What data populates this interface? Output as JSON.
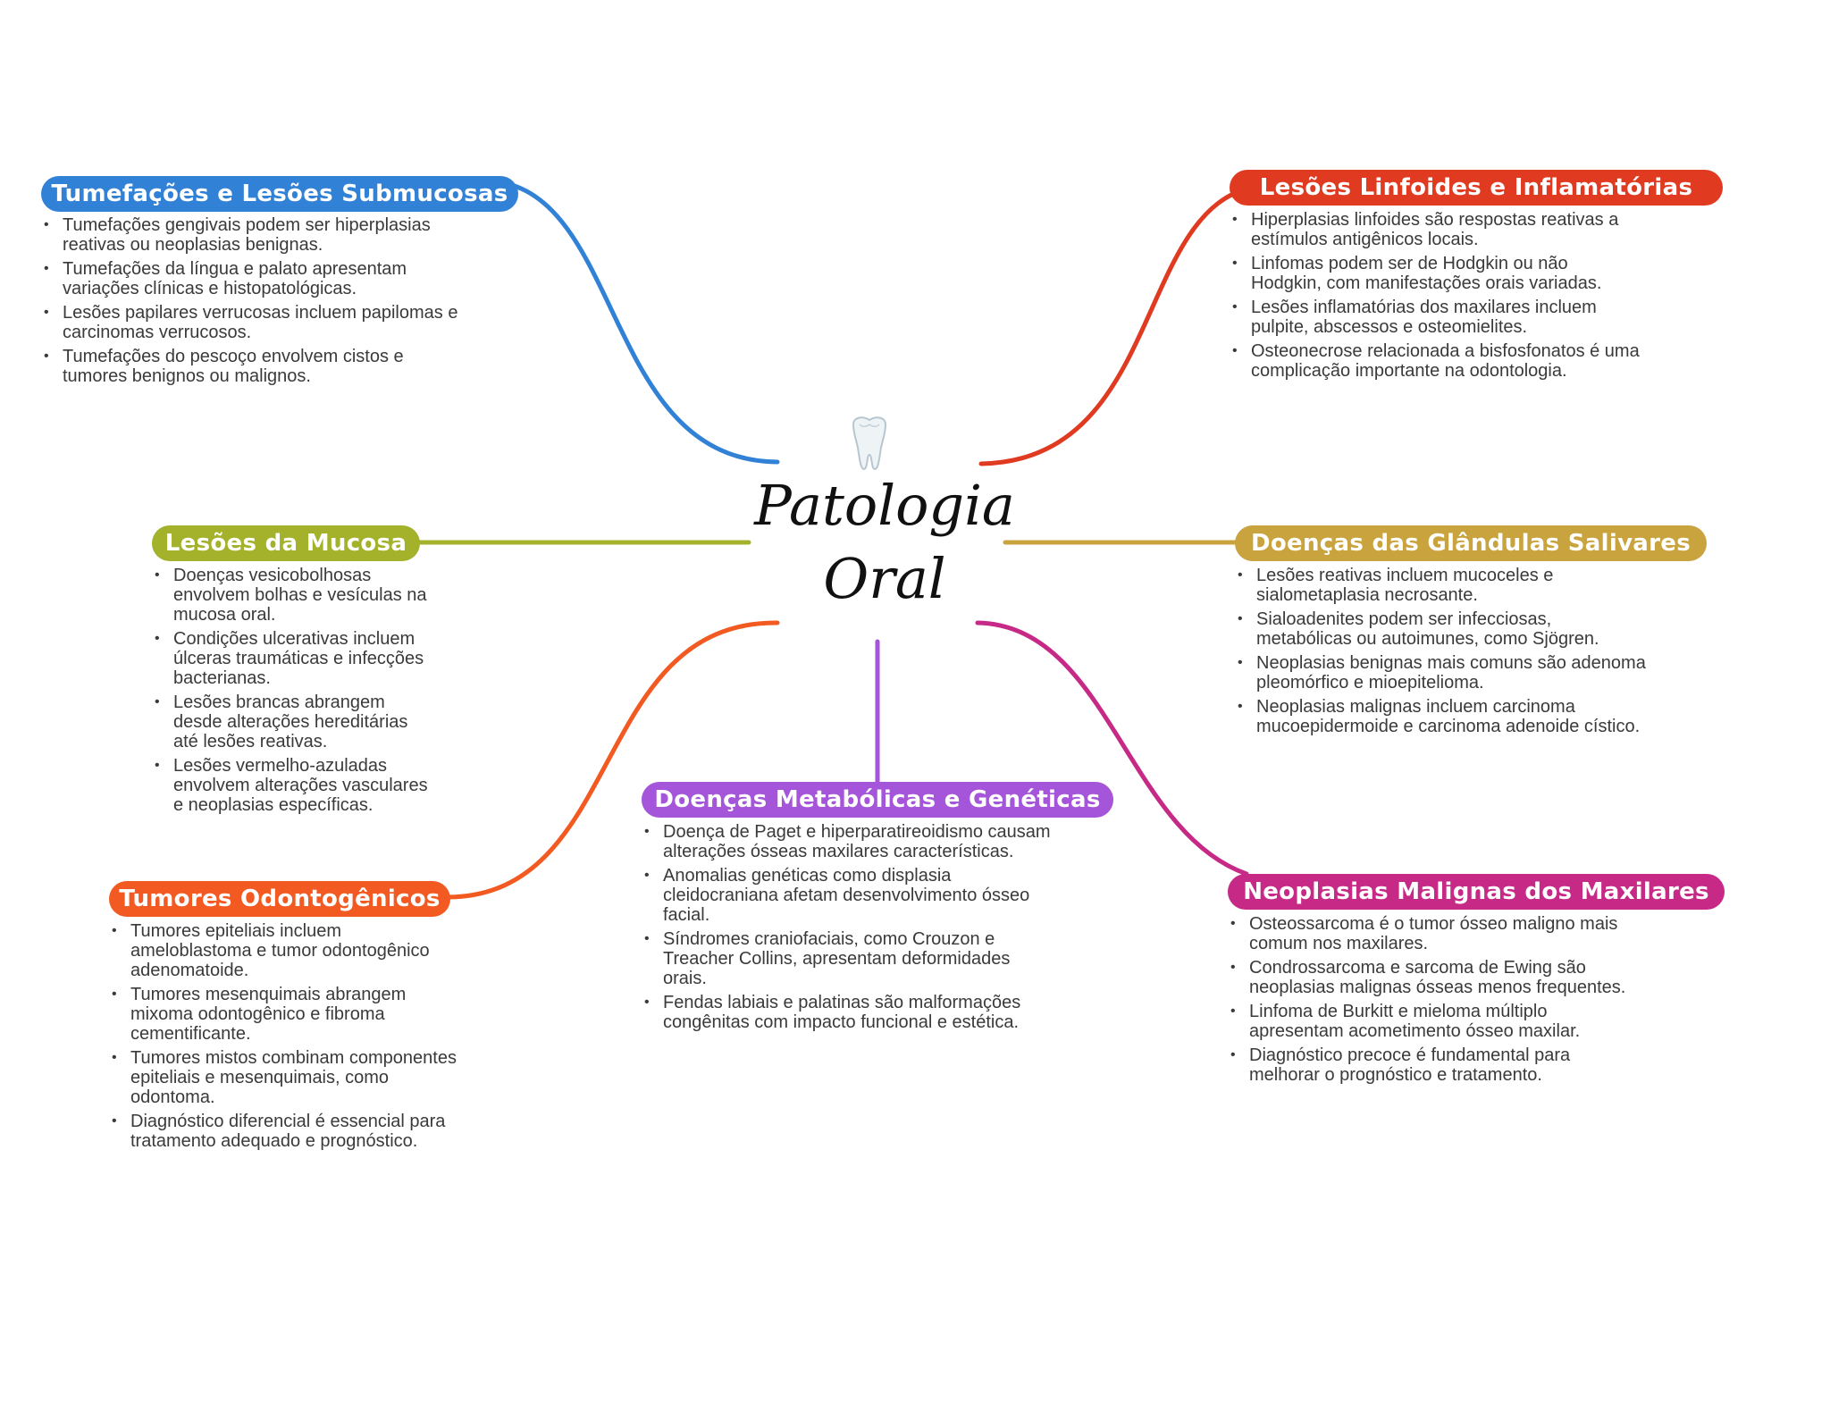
{
  "central_topic": {
    "line1": "Patologia",
    "line2": "Oral",
    "icon": "tooth-icon"
  },
  "colors": {
    "blue": "#3182d6",
    "red": "#e03a21",
    "olive": "#a3b22a",
    "gold": "#c9a33d",
    "orange": "#f25a22",
    "purple": "#a455d9",
    "magenta": "#c62a86"
  },
  "branches": [
    {
      "title": "Tumefações e Lesões Submucosas",
      "color": "#3182d6",
      "items": [
        "Tumefações gengivais podem ser hiperplasias reativas ou neoplasias benignas.",
        "Tumefações da língua e palato apresentam variações clínicas e histopatológicas.",
        "Lesões papilares verrucosas incluem papilomas e carcinomas verrucosos.",
        "Tumefações do pescoço envolvem cistos e tumores benignos ou malignos."
      ]
    },
    {
      "title": "Lesões Linfoides e Inflamatórias",
      "color": "#e03a21",
      "items": [
        "Hiperplasias linfoides são respostas reativas a estímulos antigênicos locais.",
        "Linfomas podem ser de Hodgkin ou não Hodgkin, com manifestações orais variadas.",
        "Lesões inflamatórias dos maxilares incluem pulpite, abscessos e osteomielites.",
        "Osteonecrose relacionada a bisfosfonatos é uma complicação importante na odontologia."
      ]
    },
    {
      "title": "Lesões da Mucosa",
      "color": "#a3b22a",
      "items": [
        "Doenças vesicobolhosas envolvem bolhas e vesículas na mucosa oral.",
        "Condições ulcerativas incluem úlceras traumáticas e infecções bacterianas.",
        "Lesões brancas abrangem desde alterações hereditárias até lesões reativas.",
        "Lesões vermelho-azuladas envolvem alterações vasculares e neoplasias específicas."
      ]
    },
    {
      "title": "Doenças das Glândulas Salivares",
      "color": "#c9a33d",
      "items": [
        "Lesões reativas incluem mucoceles e sialometaplasia necrosante.",
        "Sialoadenites podem ser infecciosas, metabólicas ou autoimunes, como Sjögren.",
        "Neoplasias benignas mais comuns são adenoma pleomórfico e mioepitelioma.",
        "Neoplasias malignas incluem carcinoma mucoepidermoide e carcinoma adenoide cístico."
      ]
    },
    {
      "title": "Tumores Odontogênicos",
      "color": "#f25a22",
      "items": [
        "Tumores epiteliais incluem ameloblastoma e tumor odontogênico adenomatoide.",
        "Tumores mesenquimais abrangem mixoma odontogênico e fibroma cementificante.",
        "Tumores mistos combinam componentes epiteliais e mesenquimais, como odontoma.",
        "Diagnóstico diferencial é essencial para tratamento adequado e prognóstico."
      ]
    },
    {
      "title": "Doenças Metabólicas e Genéticas",
      "color": "#a455d9",
      "items": [
        "Doença de Paget e hiperparatireoidismo causam alterações ósseas maxilares características.",
        "Anomalias genéticas como displasia cleidocraniana afetam desenvolvimento ósseo facial.",
        "Síndromes craniofaciais, como Crouzon e Treacher Collins, apresentam deformidades orais.",
        "Fendas labiais e palatinas são malformações congênitas com impacto funcional e estética."
      ]
    },
    {
      "title": "Neoplasias Malignas dos Maxilares",
      "color": "#c62a86",
      "items": [
        "Osteossarcoma é o tumor ósseo maligno mais comum nos maxilares.",
        "Condrossarcoma e sarcoma de Ewing são neoplasias malignas ósseas menos frequentes.",
        "Linfoma de Burkitt e mieloma múltiplo apresentam acometimento ósseo maxilar.",
        "Diagnóstico precoce é fundamental para melhorar o prognóstico e tratamento."
      ]
    }
  ]
}
